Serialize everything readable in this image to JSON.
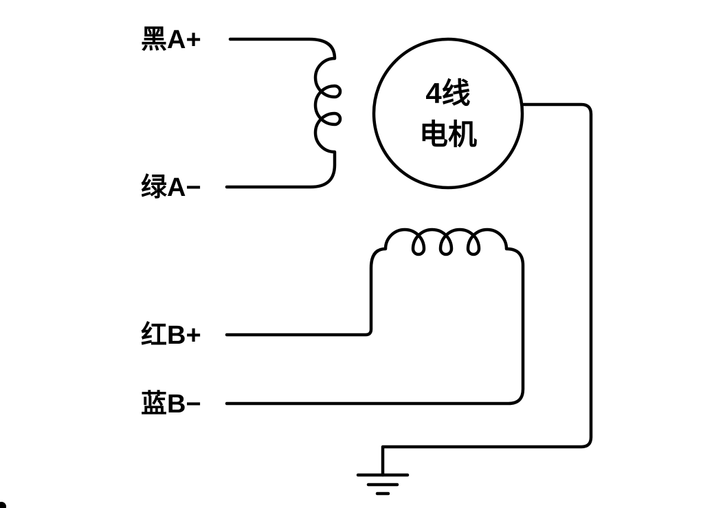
{
  "diagram": {
    "type": "stepper-motor-wiring-diagram",
    "motor": {
      "label_line1": "4线",
      "label_line2": "电机"
    },
    "wires": {
      "black_a_plus": "黑A+",
      "green_a_minus": "绿A−",
      "red_b_plus": "红B+",
      "blue_b_minus": "蓝B−"
    },
    "symbols": {
      "coil_a": "phase-A-winding",
      "coil_b": "phase-B-winding",
      "ground": "earth-ground"
    },
    "colors": {
      "line": "#000000",
      "background": "#ffffff"
    }
  }
}
